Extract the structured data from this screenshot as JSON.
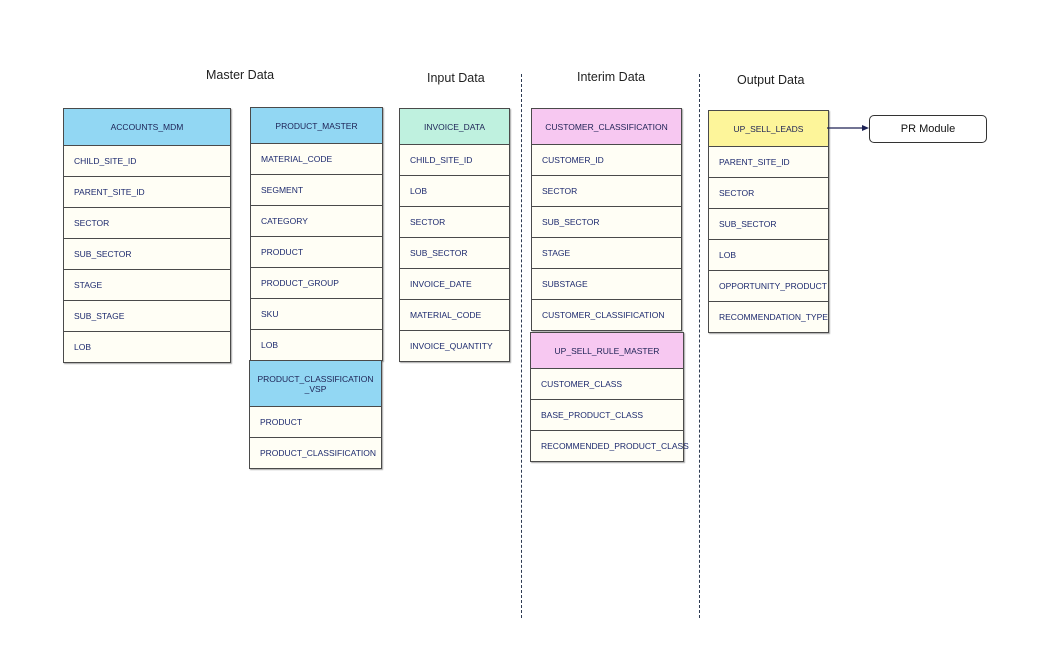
{
  "sections": {
    "master": "Master Data",
    "input": "Input Data",
    "interim": "Interim Data",
    "output": "Output Data"
  },
  "tables": {
    "accounts_mdm": {
      "header": "ACCOUNTS_MDM",
      "fields": [
        "CHILD_SITE_ID",
        "PARENT_SITE_ID",
        "SECTOR",
        "SUB_SECTOR",
        "STAGE",
        "SUB_STAGE",
        "LOB"
      ]
    },
    "product_master": {
      "header": "PRODUCT_MASTER",
      "fields": [
        "MATERIAL_CODE",
        "SEGMENT",
        "CATEGORY",
        "PRODUCT",
        "PRODUCT_GROUP",
        "SKU",
        "LOB"
      ]
    },
    "product_classification_vsp": {
      "header": "PRODUCT_CLASSIFICATION _VSP",
      "fields": [
        "PRODUCT",
        "PRODUCT_CLASSIFICATION"
      ]
    },
    "invoice_data": {
      "header": "INVOICE_DATA",
      "fields": [
        "CHILD_SITE_ID",
        "LOB",
        "SECTOR",
        "SUB_SECTOR",
        "INVOICE_DATE",
        "MATERIAL_CODE",
        "INVOICE_QUANTITY"
      ]
    },
    "customer_classification": {
      "header": "CUSTOMER_CLASSIFICATION",
      "fields": [
        "CUSTOMER_ID",
        "SECTOR",
        "SUB_SECTOR",
        "STAGE",
        "SUBSTAGE",
        "CUSTOMER_CLASSIFICATION"
      ]
    },
    "up_sell_rule_master": {
      "header": "UP_SELL_RULE_MASTER",
      "fields": [
        "CUSTOMER_CLASS",
        "BASE_PRODUCT_CLASS",
        "RECOMMENDED_PRODUCT_CLASS"
      ]
    },
    "up_sell_leads": {
      "header": "UP_SELL_LEADS",
      "fields": [
        "PARENT_SITE_ID",
        "SECTOR",
        "SUB_SECTOR",
        "LOB",
        "OPPORTUNITY_PRODUCT",
        "RECOMMENDATION_TYPE"
      ]
    }
  },
  "module": {
    "label": "PR Module"
  },
  "colors": {
    "master_header": "#92d7f3",
    "input_header": "#bff1df",
    "interim_header": "#f7c8f1",
    "output_header": "#fdf59a",
    "field_bg": "#fffef5",
    "field_text": "#1d2a6e"
  }
}
